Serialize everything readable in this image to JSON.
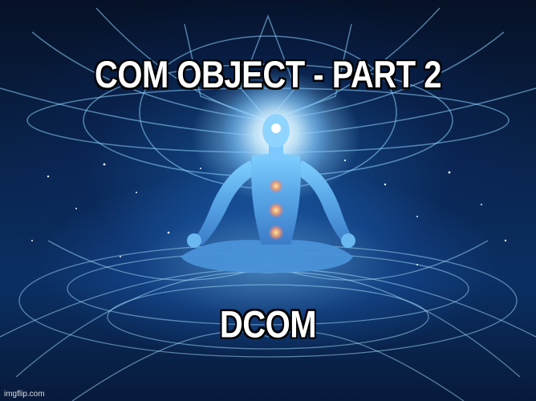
{
  "meme": {
    "top_text": "COM OBJECT - PART 2",
    "bottom_text": "DCOM",
    "watermark": "imgflip.com"
  },
  "background": {
    "description_icon": "meditating-figure-cosmic-icon",
    "glow_color": "#bfe8ff",
    "base_color": "#0a2650"
  }
}
